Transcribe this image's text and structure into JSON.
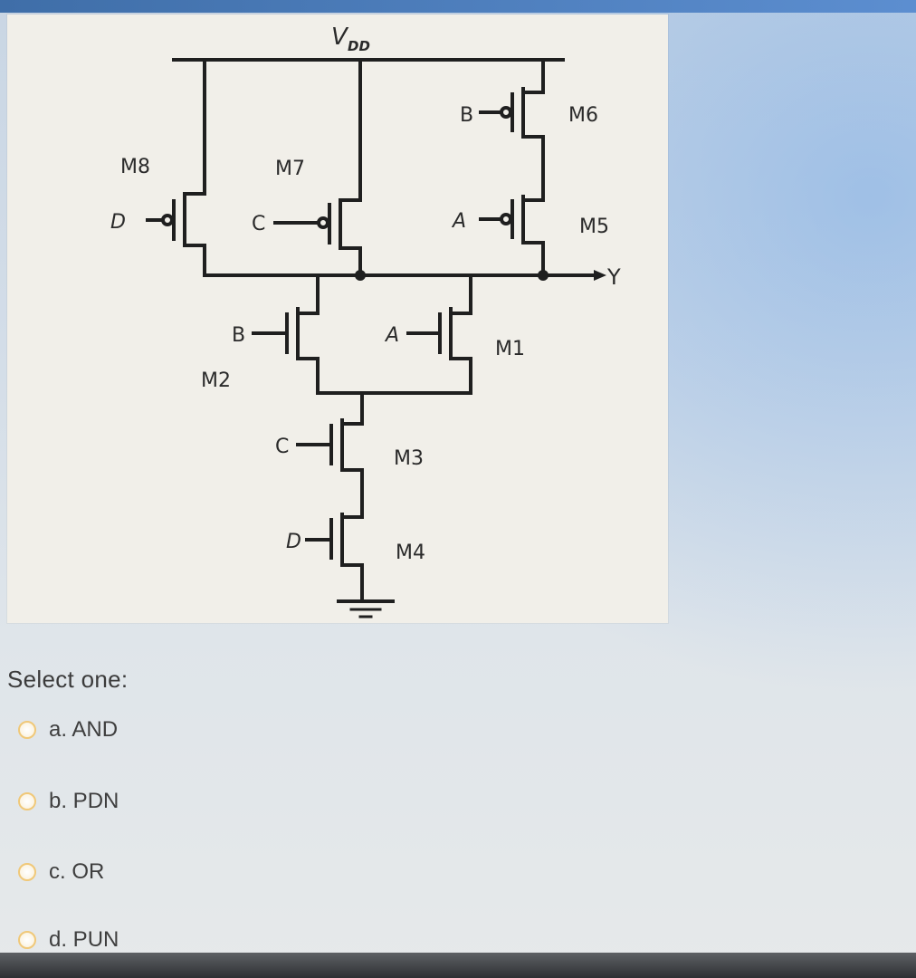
{
  "circuit": {
    "supply_label": "V",
    "supply_subscript": "DD",
    "output_label": "Y",
    "transistors": [
      {
        "name": "M8",
        "gate": "D"
      },
      {
        "name": "M7",
        "gate": "C"
      },
      {
        "name": "M6",
        "gate": "B"
      },
      {
        "name": "M5",
        "gate": "A"
      },
      {
        "name": "M2",
        "gate": "B"
      },
      {
        "name": "M1",
        "gate": "A"
      },
      {
        "name": "M3",
        "gate": "C"
      },
      {
        "name": "M4",
        "gate": "D"
      }
    ]
  },
  "quiz": {
    "prompt": "Select one:",
    "options": [
      {
        "label": "a. AND"
      },
      {
        "label": "b. PDN"
      },
      {
        "label": "c. OR"
      },
      {
        "label": "d. PUN"
      }
    ]
  },
  "colors": {
    "panel": "#f1efe9",
    "wire": "#1f1f1f",
    "radio_border": "#f0c878"
  }
}
